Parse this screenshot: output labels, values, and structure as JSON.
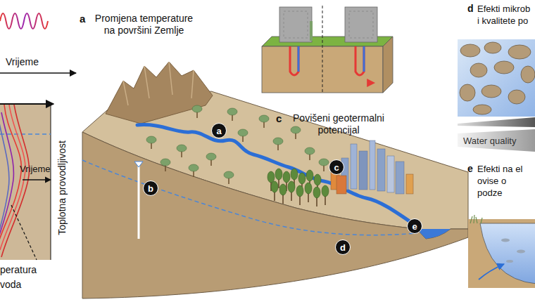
{
  "diagram": {
    "nodes": [
      {
        "text": [
          "a"
        ]
      },
      {
        "text": [
          "c"
        ]
      },
      {
        "text": [
          "b"
        ]
      },
      {
        "text": [
          "e"
        ]
      },
      {
        "text": [
          "d"
        ]
      }
    ],
    "labels": [
      "Vrijeme",
      "a",
      "Promjena temperature na površini Zemlje",
      "Toplotna provodljivost",
      "Vrijeme",
      "peratura voda",
      "c",
      "Povišeni geotermalni potencijal",
      "d",
      "Efekti mikrob i kvalitete po",
      "Water quality",
      "e",
      "Efekti na el ovise o podze"
    ]
  }
}
